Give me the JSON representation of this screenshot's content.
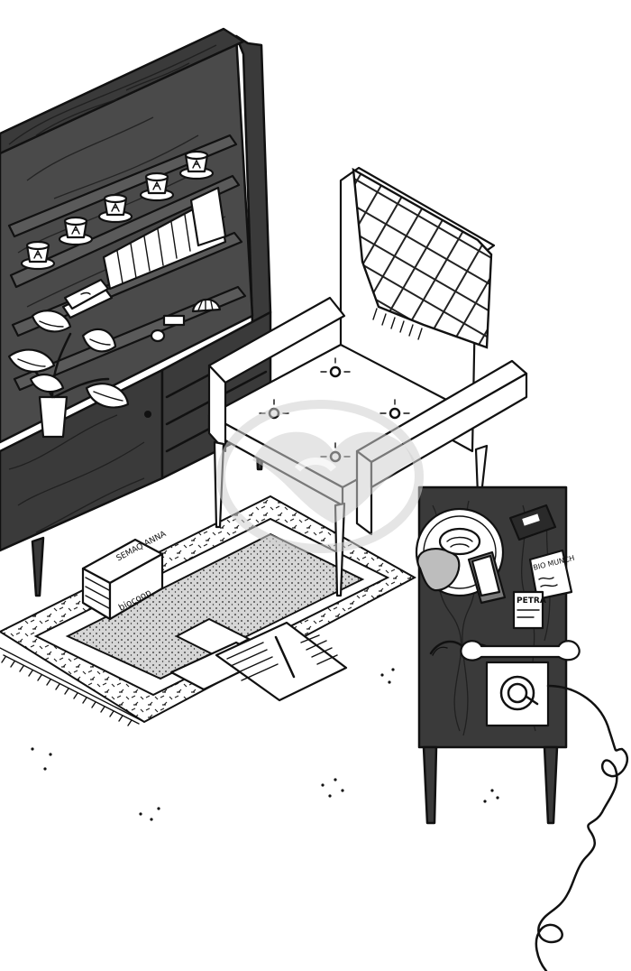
{
  "illustration": {
    "book_spine_text": "biocoop",
    "book_cover_text": "SEMAQ ANNA",
    "tin_label": "PETRA",
    "snack_pack_label": "BIO MUNCH",
    "colors": {
      "ink": "#111111",
      "wood_dark": "#4a4a4a",
      "paper": "#ffffff",
      "rug_gray": "#d6d6d6",
      "watermark": "#cfcfcf"
    },
    "icons": [
      "watermark-logo-icon",
      "spiral-phone-cord-icon"
    ]
  }
}
